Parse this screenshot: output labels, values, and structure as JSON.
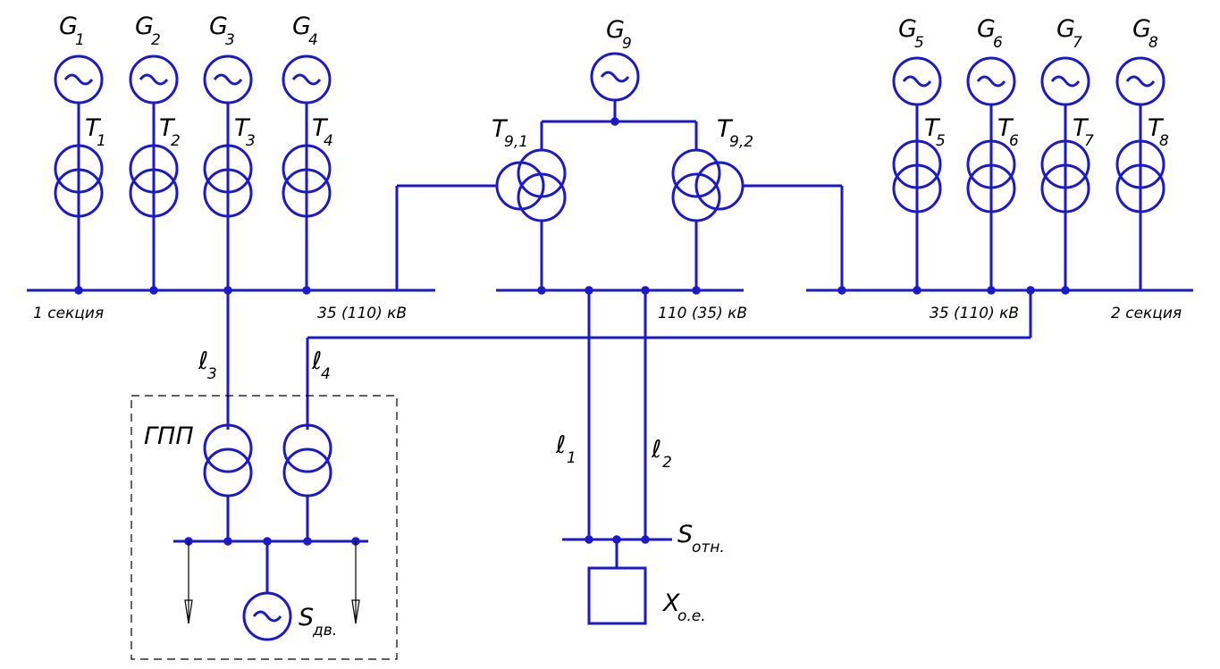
{
  "labels": {
    "g1": {
      "main": "G",
      "sub": "1"
    },
    "g2": {
      "main": "G",
      "sub": "2"
    },
    "g3": {
      "main": "G",
      "sub": "3"
    },
    "g4": {
      "main": "G",
      "sub": "4"
    },
    "g5": {
      "main": "G",
      "sub": "5"
    },
    "g6": {
      "main": "G",
      "sub": "6"
    },
    "g7": {
      "main": "G",
      "sub": "7"
    },
    "g8": {
      "main": "G",
      "sub": "8"
    },
    "g9": {
      "main": "G",
      "sub": "9"
    },
    "t1": {
      "main": "T",
      "sub": "1"
    },
    "t2": {
      "main": "T",
      "sub": "2"
    },
    "t3": {
      "main": "T",
      "sub": "3"
    },
    "t4": {
      "main": "T",
      "sub": "4"
    },
    "t5": {
      "main": "T",
      "sub": "5"
    },
    "t6": {
      "main": "T",
      "sub": "6"
    },
    "t7": {
      "main": "T",
      "sub": "7"
    },
    "t8": {
      "main": "T",
      "sub": "8"
    },
    "t91": {
      "main": "T",
      "sub": "9,1"
    },
    "t92": {
      "main": "T",
      "sub": "9,2"
    },
    "l1": {
      "main": "ℓ",
      "sub": "1"
    },
    "l2": {
      "main": "ℓ",
      "sub": "2"
    },
    "l3": {
      "main": "ℓ",
      "sub": "3"
    },
    "l4": {
      "main": "ℓ",
      "sub": "4"
    },
    "s_otn": {
      "main": "S",
      "sub": "отн."
    },
    "x_oe": {
      "main": "X",
      "sub": "о.е."
    },
    "s_dv": {
      "main": "S",
      "sub": "дв."
    },
    "gpp": "ГПП",
    "bus_section1": "1 секция",
    "bus_section2": "2 секция",
    "bus_left_voltage": "35 (110) кВ",
    "bus_mid_voltage": "110 (35) кВ",
    "bus_right_voltage": "35 (110) кВ"
  },
  "colors": {
    "wire": "#1a1acc",
    "text": "#000000",
    "frame": "#000000"
  }
}
